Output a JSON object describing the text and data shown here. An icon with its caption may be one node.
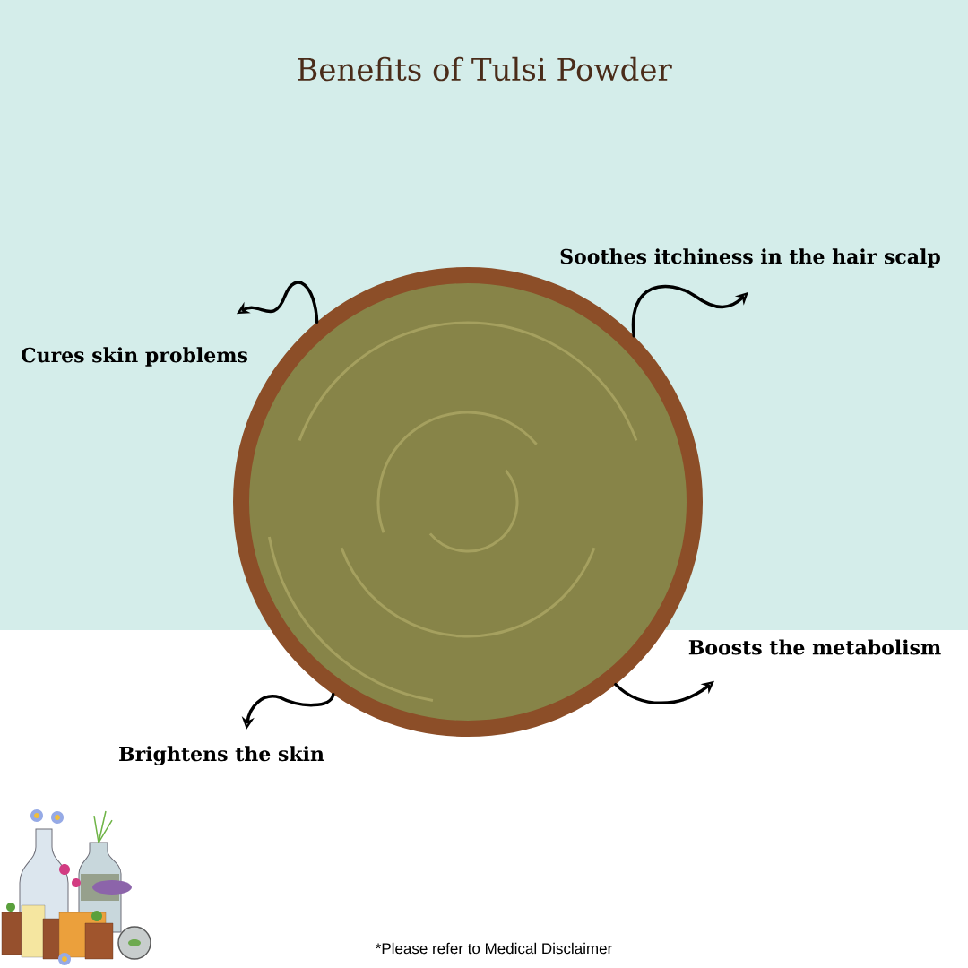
{
  "diagram": {
    "title": "Benefits of Tulsi Powder",
    "nodes": [
      {
        "text": [],
        "shape": "picture"
      },
      {
        "text": [
          "Cures skin problems"
        ]
      },
      {
        "text": [
          "Soothes itchiness in the hair scalp"
        ]
      },
      {
        "text": [
          "Boosts the metabolism"
        ]
      },
      {
        "text": [
          "Brightens the skin"
        ]
      }
    ],
    "edges": [
      {
        "from": 0,
        "to": 1,
        "arrow": "to"
      },
      {
        "from": 0,
        "to": 2,
        "arrow": "to"
      },
      {
        "from": 0,
        "to": 3,
        "arrow": "to"
      },
      {
        "from": 0,
        "to": 4,
        "arrow": "to"
      }
    ],
    "labels": [
      "*Please refer to Medical Disclaimer"
    ]
  }
}
